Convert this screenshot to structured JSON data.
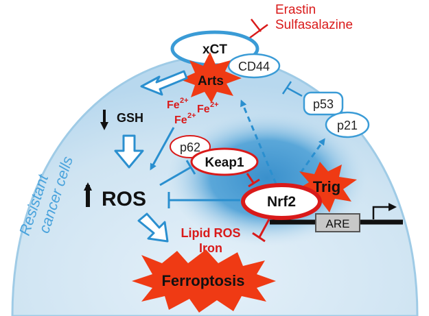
{
  "labels": {
    "erastin": "Erastin",
    "sulfasalazine": "Sulfasalazine",
    "xct": "xCT",
    "cd44": "CD44",
    "arts": "Arts",
    "gsh": "GSH",
    "fe_base": "Fe",
    "fe_sup": "2+",
    "ros": "ROS",
    "p62": "p62",
    "keap1": "Keap1",
    "p53": "p53",
    "p21": "p21",
    "nrf2": "Nrf2",
    "trig": "Trig",
    "are": "ARE",
    "lipid_ros": "Lipid ROS",
    "iron": "Iron",
    "ferroptosis": "Ferroptosis",
    "resistant": "Resistant",
    "cancer_cells": "cancer cells"
  },
  "colors": {
    "red": "#d91a1a",
    "burst": "#ef3a14",
    "blue_line": "#2a8fcf",
    "oval_border": "#3a9bd6",
    "cell_light": "#cfe5f3",
    "cell_edge": "#9fcbe6",
    "nucleus": "#3d95cf",
    "label_blue": "#4aa3dc"
  }
}
